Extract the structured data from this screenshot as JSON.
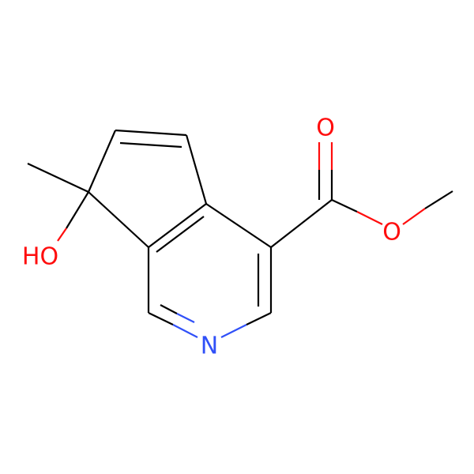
{
  "molecule": {
    "atoms": {
      "hydroxyl": {
        "symbol": "HO",
        "color": "#ff0d0d"
      },
      "nitrogen": {
        "symbol": "N",
        "color": "#3050f8"
      },
      "carbonyl_oxygen": {
        "symbol": "O",
        "color": "#ff0d0d"
      },
      "ester_oxygen": {
        "symbol": "O",
        "color": "#ff0d0d"
      }
    },
    "colors": {
      "carbon_bond": "#000000",
      "oxygen": "#ff0d0d",
      "nitrogen": "#3050f8"
    }
  }
}
